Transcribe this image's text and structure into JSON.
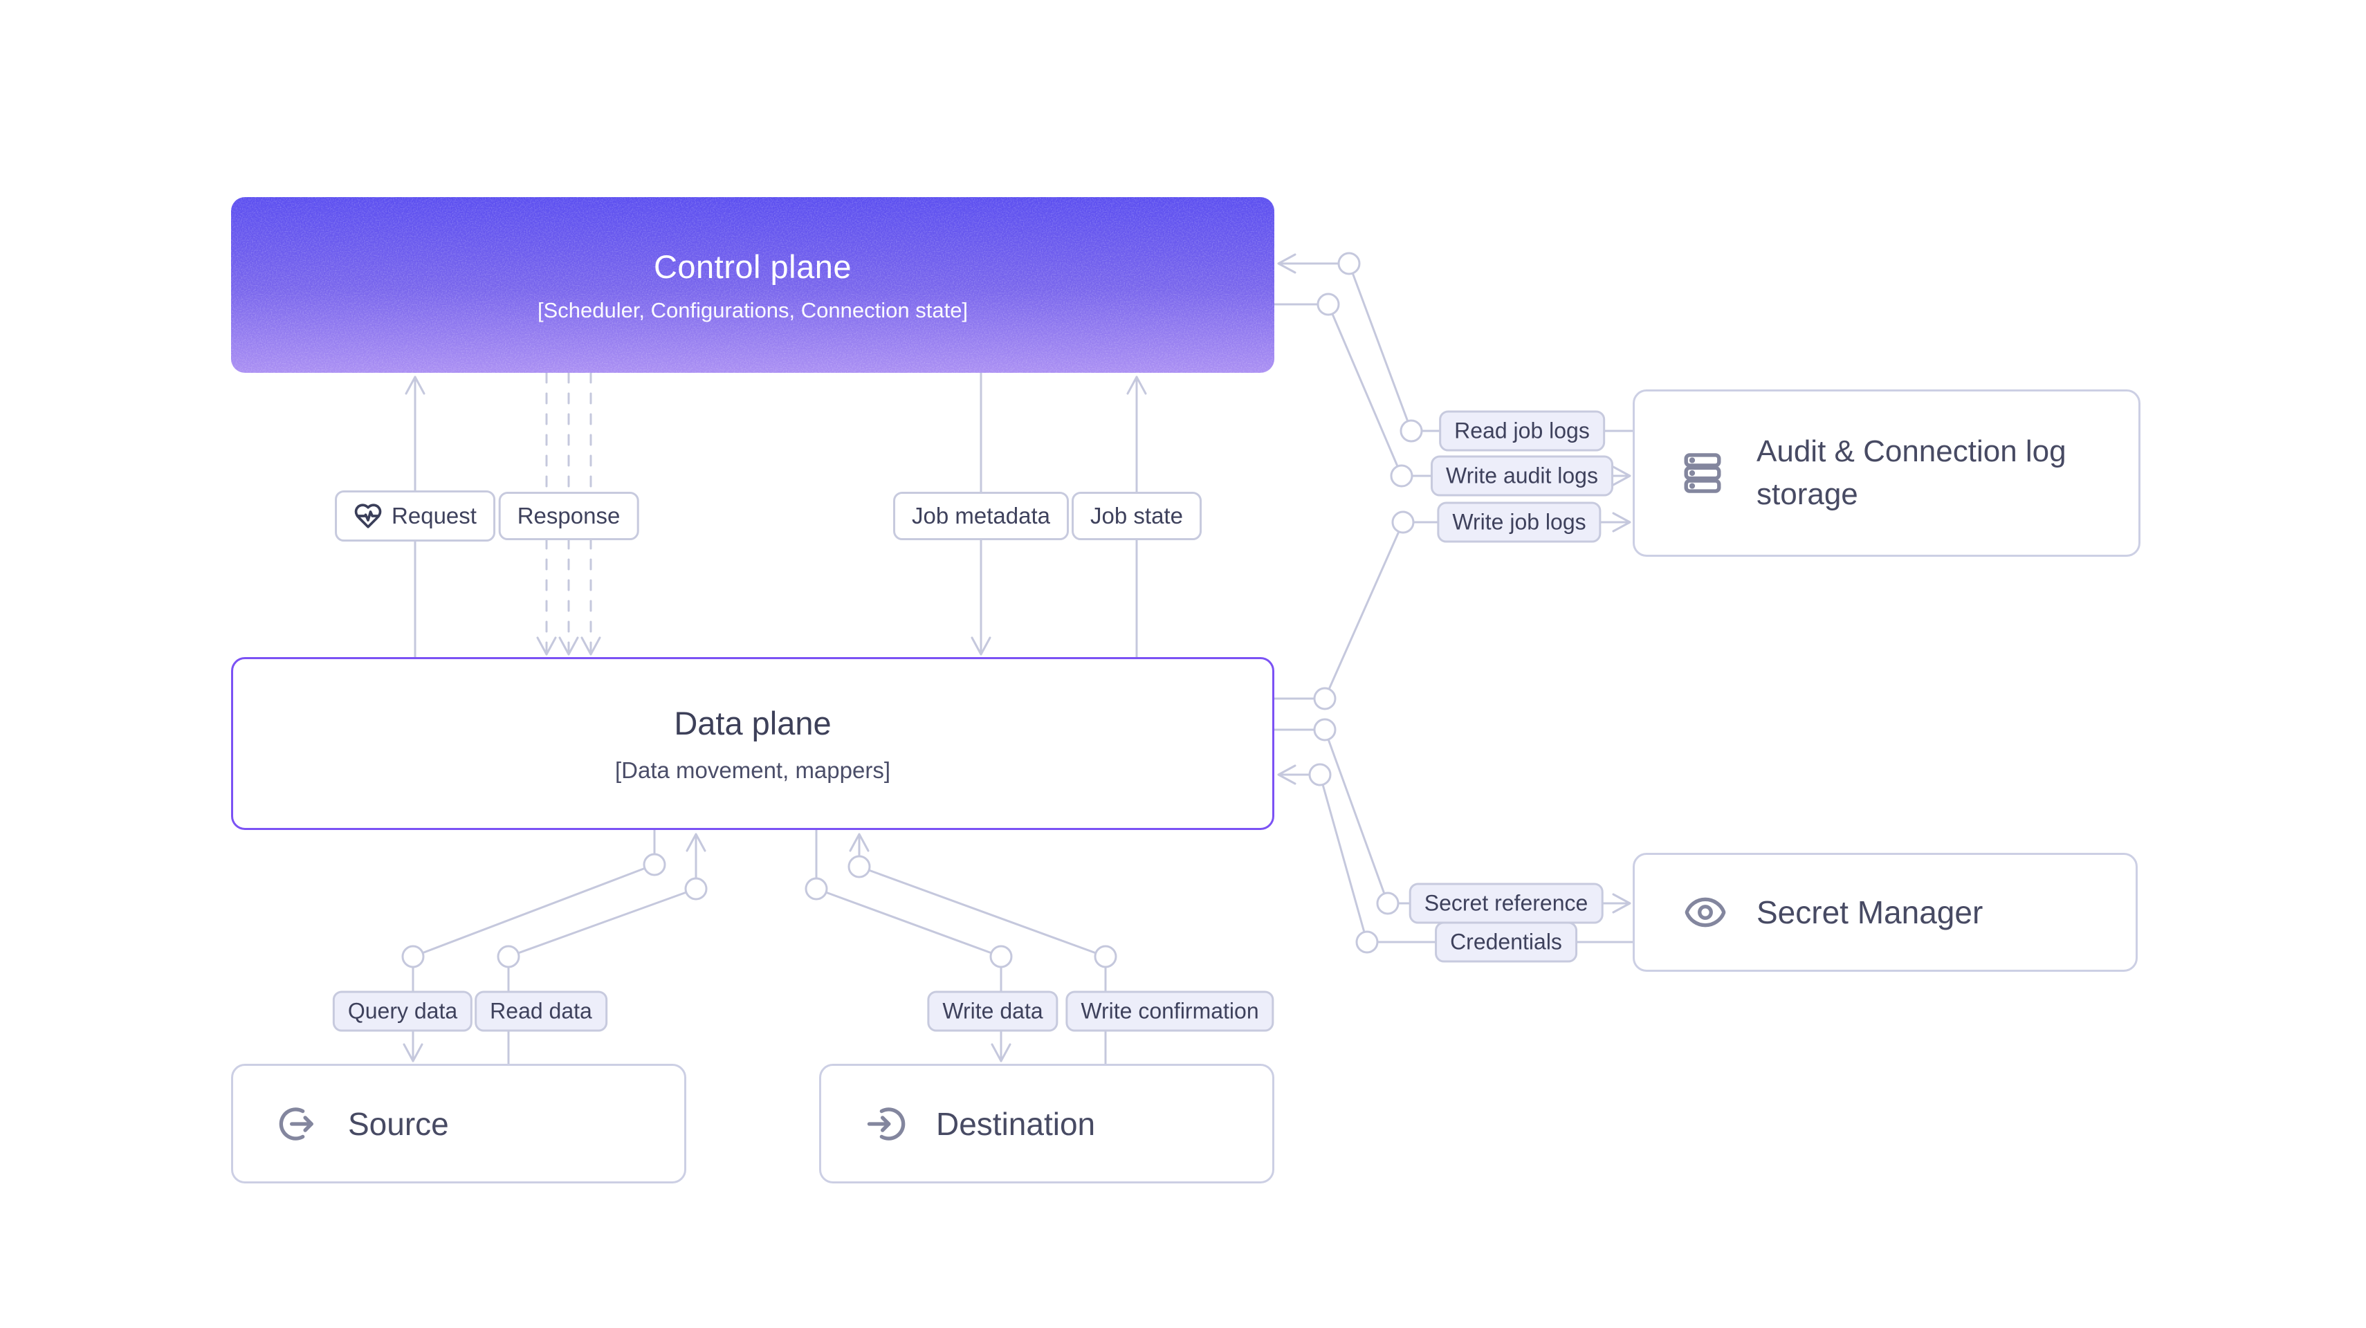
{
  "diagram": {
    "colors": {
      "background": "#ffffff",
      "connector": "#c5c8dd",
      "data_plane_border": "#7b52f4",
      "control_gradient_top": "#5b4ef0",
      "control_gradient_bottom": "#aa8ff3",
      "tag_fill": "#edeefa",
      "text_dark": "#3e415c"
    },
    "boxes": {
      "control_plane": {
        "title": "Control plane",
        "subtitle": "[Scheduler, Configurations, Connection state]"
      },
      "data_plane": {
        "title": "Data plane",
        "subtitle": "[Data movement, mappers]"
      },
      "source": {
        "title": "Source",
        "icon": "arrow-out-of-circle-icon"
      },
      "destination": {
        "title": "Destination",
        "icon": "arrow-into-circle-icon"
      },
      "audit_log_storage": {
        "title": "Audit & Connection log storage",
        "icon": "database-stack-icon"
      },
      "secret_manager": {
        "title": "Secret Manager",
        "icon": "eye-icon"
      }
    },
    "edge_labels": {
      "request": "Request",
      "response": "Response",
      "job_metadata": "Job metadata",
      "job_state": "Job state",
      "read_job_logs": "Read job logs",
      "write_audit_logs": "Write audit logs",
      "write_job_logs": "Write job logs",
      "secret_reference": "Secret reference",
      "credentials": "Credentials",
      "query_data": "Query data",
      "read_data": "Read data",
      "write_data": "Write data",
      "write_confirmation": "Write confirmation"
    }
  }
}
